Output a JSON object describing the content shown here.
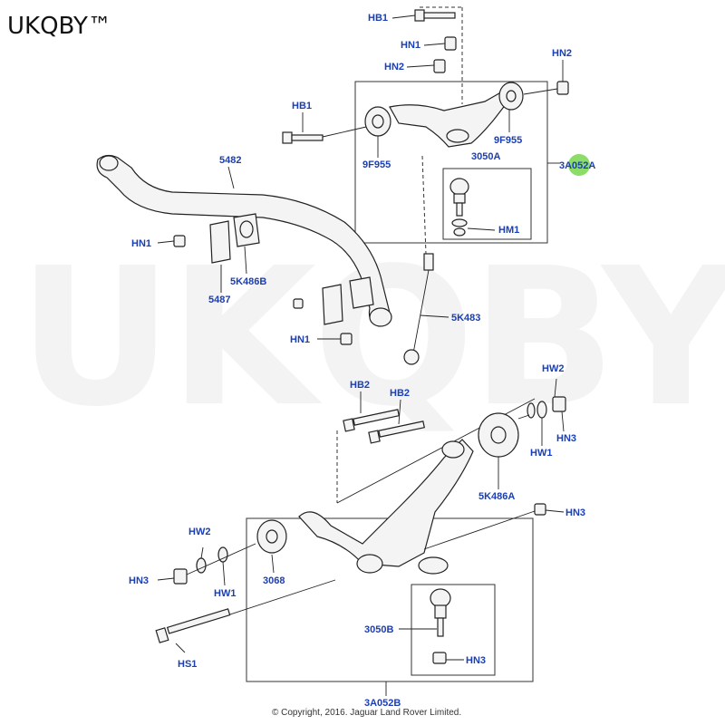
{
  "brand": {
    "text": "UKQBY™",
    "watermark": "UKQBY™"
  },
  "copyright": "© Copyright, 2016. Jaguar Land Rover Limited.",
  "highlight_color": "#7ed957",
  "label_color": "#1a3fb4",
  "labels": {
    "hb1_top": "HB1",
    "hn1_top": "HN1",
    "hn2_top": "HN2",
    "hn2_right": "HN2",
    "hb1_left": "HB1",
    "p9f955_left": "9F955",
    "p9f955_right": "9F955",
    "p3050a": "3050A",
    "p3a052a": "3A052A",
    "hm1": "HM1",
    "p5482": "5482",
    "hn1_mid": "HN1",
    "p5k486b": "5K486B",
    "p5487": "5487",
    "p5k483": "5K483",
    "hn1_low": "HN1",
    "hb2_left": "HB2",
    "hb2_right": "HB2",
    "hw2_right": "HW2",
    "hw1_right": "HW1",
    "hn3_right": "HN3",
    "p5k486a": "5K486A",
    "hn3_mid": "HN3",
    "hw2_left": "HW2",
    "hn3_left": "HN3",
    "hw1_left": "HW1",
    "p3068": "3068",
    "p3050b": "3050B",
    "hn3_low": "HN3",
    "hs1": "HS1",
    "p3a052b": "3A052B"
  }
}
